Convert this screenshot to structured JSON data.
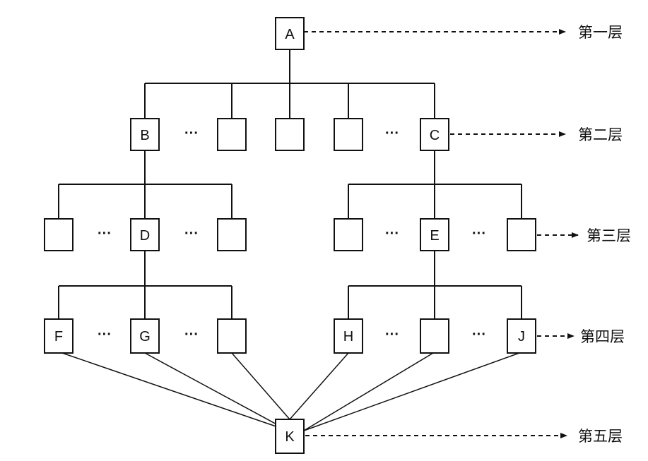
{
  "diagram": {
    "nodes": {
      "A": "A",
      "B": "B",
      "C": "C",
      "D": "D",
      "E": "E",
      "F": "F",
      "G": "G",
      "H": "H",
      "J": "J",
      "K": "K"
    },
    "ellipsis": "···",
    "layers": [
      "第一层",
      "第二层",
      "第三层",
      "第四层",
      "第五层"
    ]
  }
}
